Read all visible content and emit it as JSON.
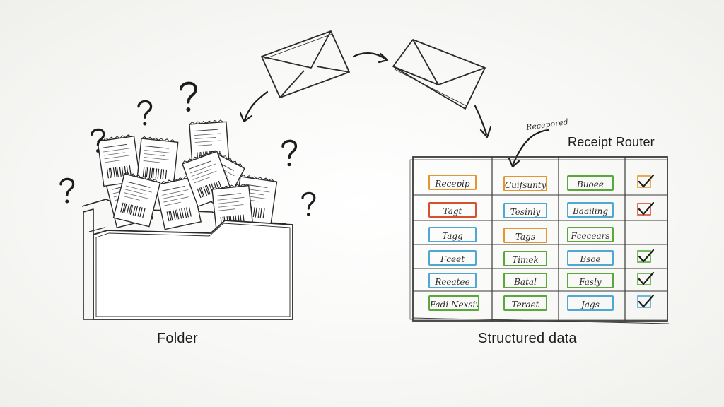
{
  "labels": {
    "folder": "Folder",
    "structured": "Structured data",
    "title": "Receipt Router",
    "note": "Recepored"
  },
  "grid": {
    "rows": [
      {
        "cells": [
          "Recepip",
          "Cuifsunty",
          "Buoee"
        ],
        "colors": [
          "#e5962f",
          "#e5962f",
          "#5aa83a"
        ],
        "check": "check",
        "check_color": "#e0992f"
      },
      {
        "cells": [
          "Tagt",
          "Tesinly",
          "Baailing"
        ],
        "colors": [
          "#d9502f",
          "#4fa8d4",
          "#4fa8d4"
        ],
        "check": "check",
        "check_color": "#d9502f"
      },
      {
        "cells": [
          "Tagg",
          "Tags",
          "Fcecears"
        ],
        "colors": [
          "#4fa8d4",
          "#e5962f",
          "#5aa83a"
        ],
        "check": "none",
        "check_color": ""
      },
      {
        "cells": [
          "Fceet",
          "Timek",
          "Bsoe"
        ],
        "colors": [
          "#4fa8d4",
          "#5aa83a",
          "#4fa8d4"
        ],
        "check": "check",
        "check_color": "#5aa83a"
      },
      {
        "cells": [
          "Reeatee",
          "Batal",
          "Fasly"
        ],
        "colors": [
          "#4fa8d4",
          "#5aa83a",
          "#5aa83a"
        ],
        "check": "check",
        "check_color": "#5aa83a"
      },
      {
        "cells": [
          "Fadi Nexsiw",
          "Teraet",
          "Jags"
        ],
        "colors": [
          "#5aa83a",
          "#5aa83a",
          "#4fa8d4"
        ],
        "check": "check",
        "check_color": "#4fa8d4"
      }
    ]
  }
}
